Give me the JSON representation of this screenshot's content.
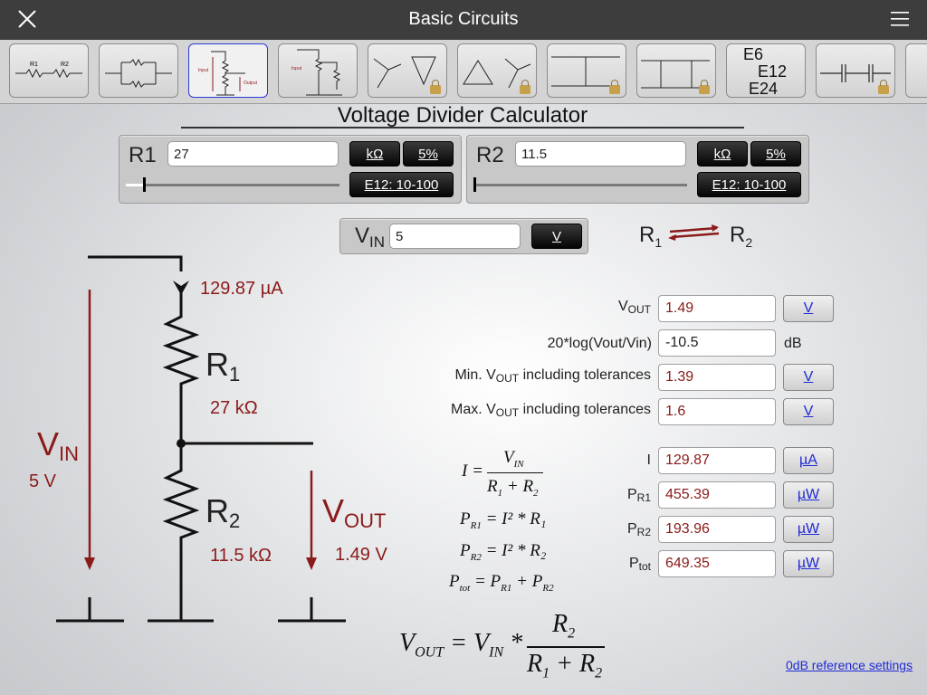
{
  "app": {
    "title": "Basic Circuits"
  },
  "strip": {
    "thumbnails": [
      {
        "name": "series-resistors-thumb",
        "locked": false
      },
      {
        "name": "parallel-resistors-thumb",
        "locked": false
      },
      {
        "name": "voltage-divider-thumb",
        "locked": false,
        "selected": true
      },
      {
        "name": "loaded-divider-thumb",
        "locked": false
      },
      {
        "name": "delta-wye-thumb",
        "locked": true
      },
      {
        "name": "wye-delta-thumb",
        "locked": true
      },
      {
        "name": "t-attenuator-thumb",
        "locked": true
      },
      {
        "name": "pi-attenuator-thumb",
        "locked": true
      },
      {
        "name": "e-series-thumb",
        "locked": false,
        "lines": [
          "E6",
          "E12",
          "E24"
        ]
      },
      {
        "name": "capacitors-thumb",
        "locked": true
      }
    ]
  },
  "calculator": {
    "heading": "Voltage Divider Calculator",
    "r1": {
      "label": "R1",
      "value": "27",
      "unit": "kΩ",
      "tolerance": "5%",
      "series": "E12: 10-100",
      "slider_position": 0.12
    },
    "r2": {
      "label": "R2",
      "value": "11.5",
      "unit": "kΩ",
      "tolerance": "5%",
      "series": "E12: 10-100",
      "slider_position": 0.0
    },
    "vin": {
      "label": "V",
      "label_sub": "IN",
      "value": "5",
      "unit": "V"
    },
    "swap": {
      "left": "R",
      "left_sub": "1",
      "right": "R",
      "right_sub": "2"
    }
  },
  "results": [
    {
      "name": "vout",
      "label": "V",
      "label_sub": "OUT",
      "label_suffix": "",
      "value": "1.49",
      "unit": "V",
      "unit_button": true
    },
    {
      "name": "gain-db",
      "label": "20*log(Vout/Vin)",
      "label_sub": "",
      "label_suffix": "",
      "value": "-10.5",
      "unit": "dB",
      "unit_button": false
    },
    {
      "name": "vout-min",
      "label": "Min. V",
      "label_sub": "OUT",
      "label_suffix": " including tolerances",
      "value": "1.39",
      "unit": "V",
      "unit_button": true
    },
    {
      "name": "vout-max",
      "label": "Max. V",
      "label_sub": "OUT",
      "label_suffix": " including tolerances",
      "value": "1.6",
      "unit": "V",
      "unit_button": true
    },
    {
      "name": "current",
      "label": "I",
      "label_sub": "",
      "label_suffix": "",
      "value": "129.87",
      "unit": "µA",
      "unit_button": true
    },
    {
      "name": "power-r1",
      "label": "P",
      "label_sub": "R1",
      "label_suffix": "",
      "value": "455.39",
      "unit": "µW",
      "unit_button": true
    },
    {
      "name": "power-r2",
      "label": "P",
      "label_sub": "R2",
      "label_suffix": "",
      "value": "193.96",
      "unit": "µW",
      "unit_button": true
    },
    {
      "name": "power-total",
      "label": "P",
      "label_sub": "tot",
      "label_suffix": "",
      "value": "649.35",
      "unit": "µW",
      "unit_button": true
    }
  ],
  "circuit": {
    "current": "129.87 µA",
    "r1_label": "R",
    "r1_sub": "1",
    "r1_value": "27 kΩ",
    "r2_label": "R",
    "r2_sub": "2",
    "r2_value": "11.5 kΩ",
    "vin_label": "V",
    "vin_sub": "IN",
    "vin_value": "5 V",
    "vout_label": "V",
    "vout_sub": "OUT",
    "vout_value": "1.49 V"
  },
  "formulas": {
    "i": "I",
    "eq": "=",
    "vin": "V",
    "vin_sub": "IN",
    "r1": "R",
    "r1_sub": "1",
    "plus": "+",
    "r2": "R",
    "r2_sub": "2",
    "pr1": "P",
    "pr1_sub": "R1",
    "pr1_rhs": "= I² * R₁",
    "pr2": "P",
    "pr2_sub": "R2",
    "pr2_rhs": "= I² * R₂",
    "ptot": "P",
    "ptot_sub": "tot",
    "ptot_rhs_a": "= P",
    "ptot_rhs_a_sub": "R1",
    "ptot_rhs_b": " + P",
    "ptot_rhs_b_sub": "R2",
    "vout": "V",
    "vout_sub": "OUT",
    "times": "*"
  },
  "footer": {
    "link": "0dB reference settings"
  },
  "colors": {
    "accent": "#1f2ad6",
    "value_red": "#8b1a1a",
    "titlebar": "#3d3d3d"
  }
}
